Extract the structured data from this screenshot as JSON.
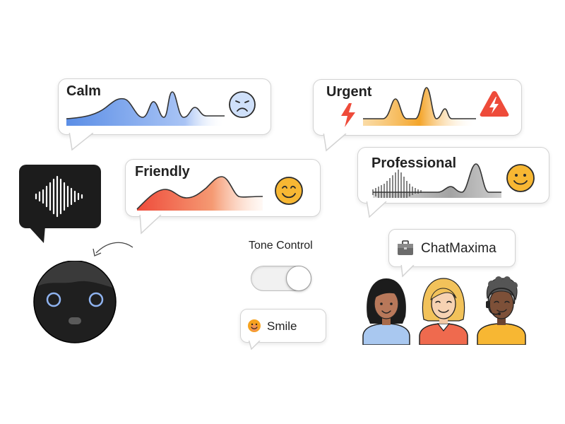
{
  "tones": {
    "calm": {
      "label": "Calm",
      "icon": "sad-face-icon",
      "color": "#6f9be8"
    },
    "urgent": {
      "label": "Urgent",
      "icon": "warning-bolt-icon",
      "color": "#f4a52a"
    },
    "friendly": {
      "label": "Friendly",
      "icon": "smiley-face-icon",
      "color": "#f2583e"
    },
    "professional": {
      "label": "Professional",
      "icon": "smiley-face-icon",
      "color": "#8a8a8a"
    }
  },
  "tone_control": {
    "label": "Tone Control",
    "state": "on"
  },
  "smile_chip": {
    "label": "Smile",
    "icon": "smile-emoji-icon"
  },
  "chatmaxima": {
    "label": "ChatMaxima",
    "icon": "briefcase-icon"
  },
  "colors": {
    "dark": "#1c1c1c",
    "robot_eye": "#8fb3f0",
    "emoji_yellow": "#f7b733",
    "alert_red": "#ee4b3a"
  }
}
